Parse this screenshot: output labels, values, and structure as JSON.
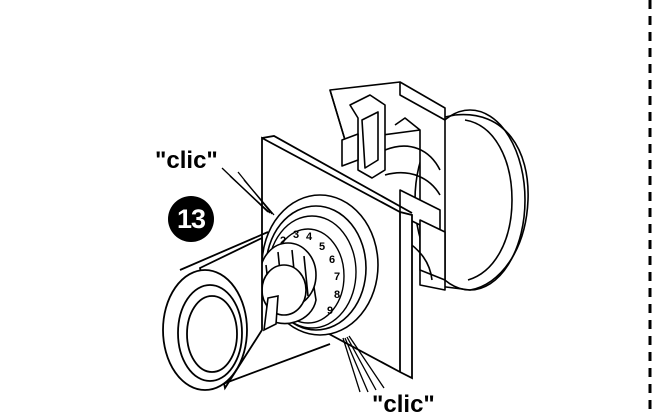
{
  "labels": {
    "clic_top": "\"clic\"",
    "clic_bottom": "\"clic\"",
    "step_number": "13"
  },
  "dial_scale": [
    "2",
    "3",
    "4",
    "5",
    "6",
    "7",
    "8",
    "9"
  ],
  "colors": {
    "ink": "#000000",
    "paper": "#ffffff"
  }
}
